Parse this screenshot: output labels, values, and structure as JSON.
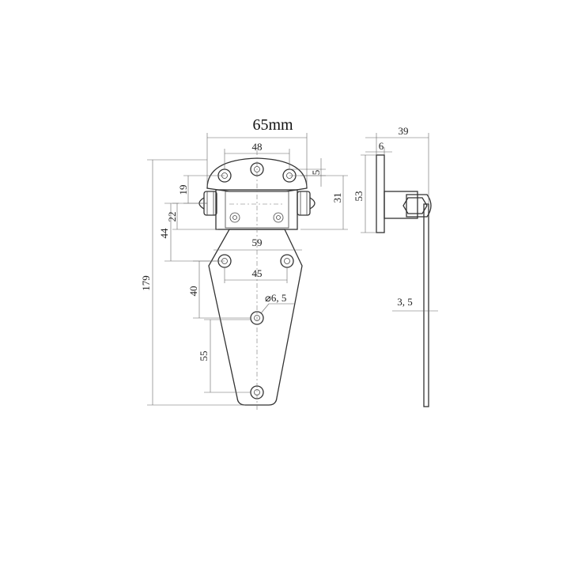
{
  "title": "65mm",
  "dimensions": {
    "hole_spacing_top": "48",
    "offset_top_hole": "5",
    "knuckle_height": "19",
    "hinge_height": "31",
    "knuckle_to_hole": "22",
    "strap_width": "59",
    "knuckle_to_lower_holes": "44",
    "lower_hole_spacing": "45",
    "lower_holes_to_center_hole": "40",
    "hole_diameter": "⌀6, 5",
    "center_to_bottom_hole": "55",
    "total_length": "179",
    "side_total_width": "39",
    "side_flange_thickness": "6",
    "side_flange_height": "53",
    "plate_thickness": "3, 5"
  }
}
